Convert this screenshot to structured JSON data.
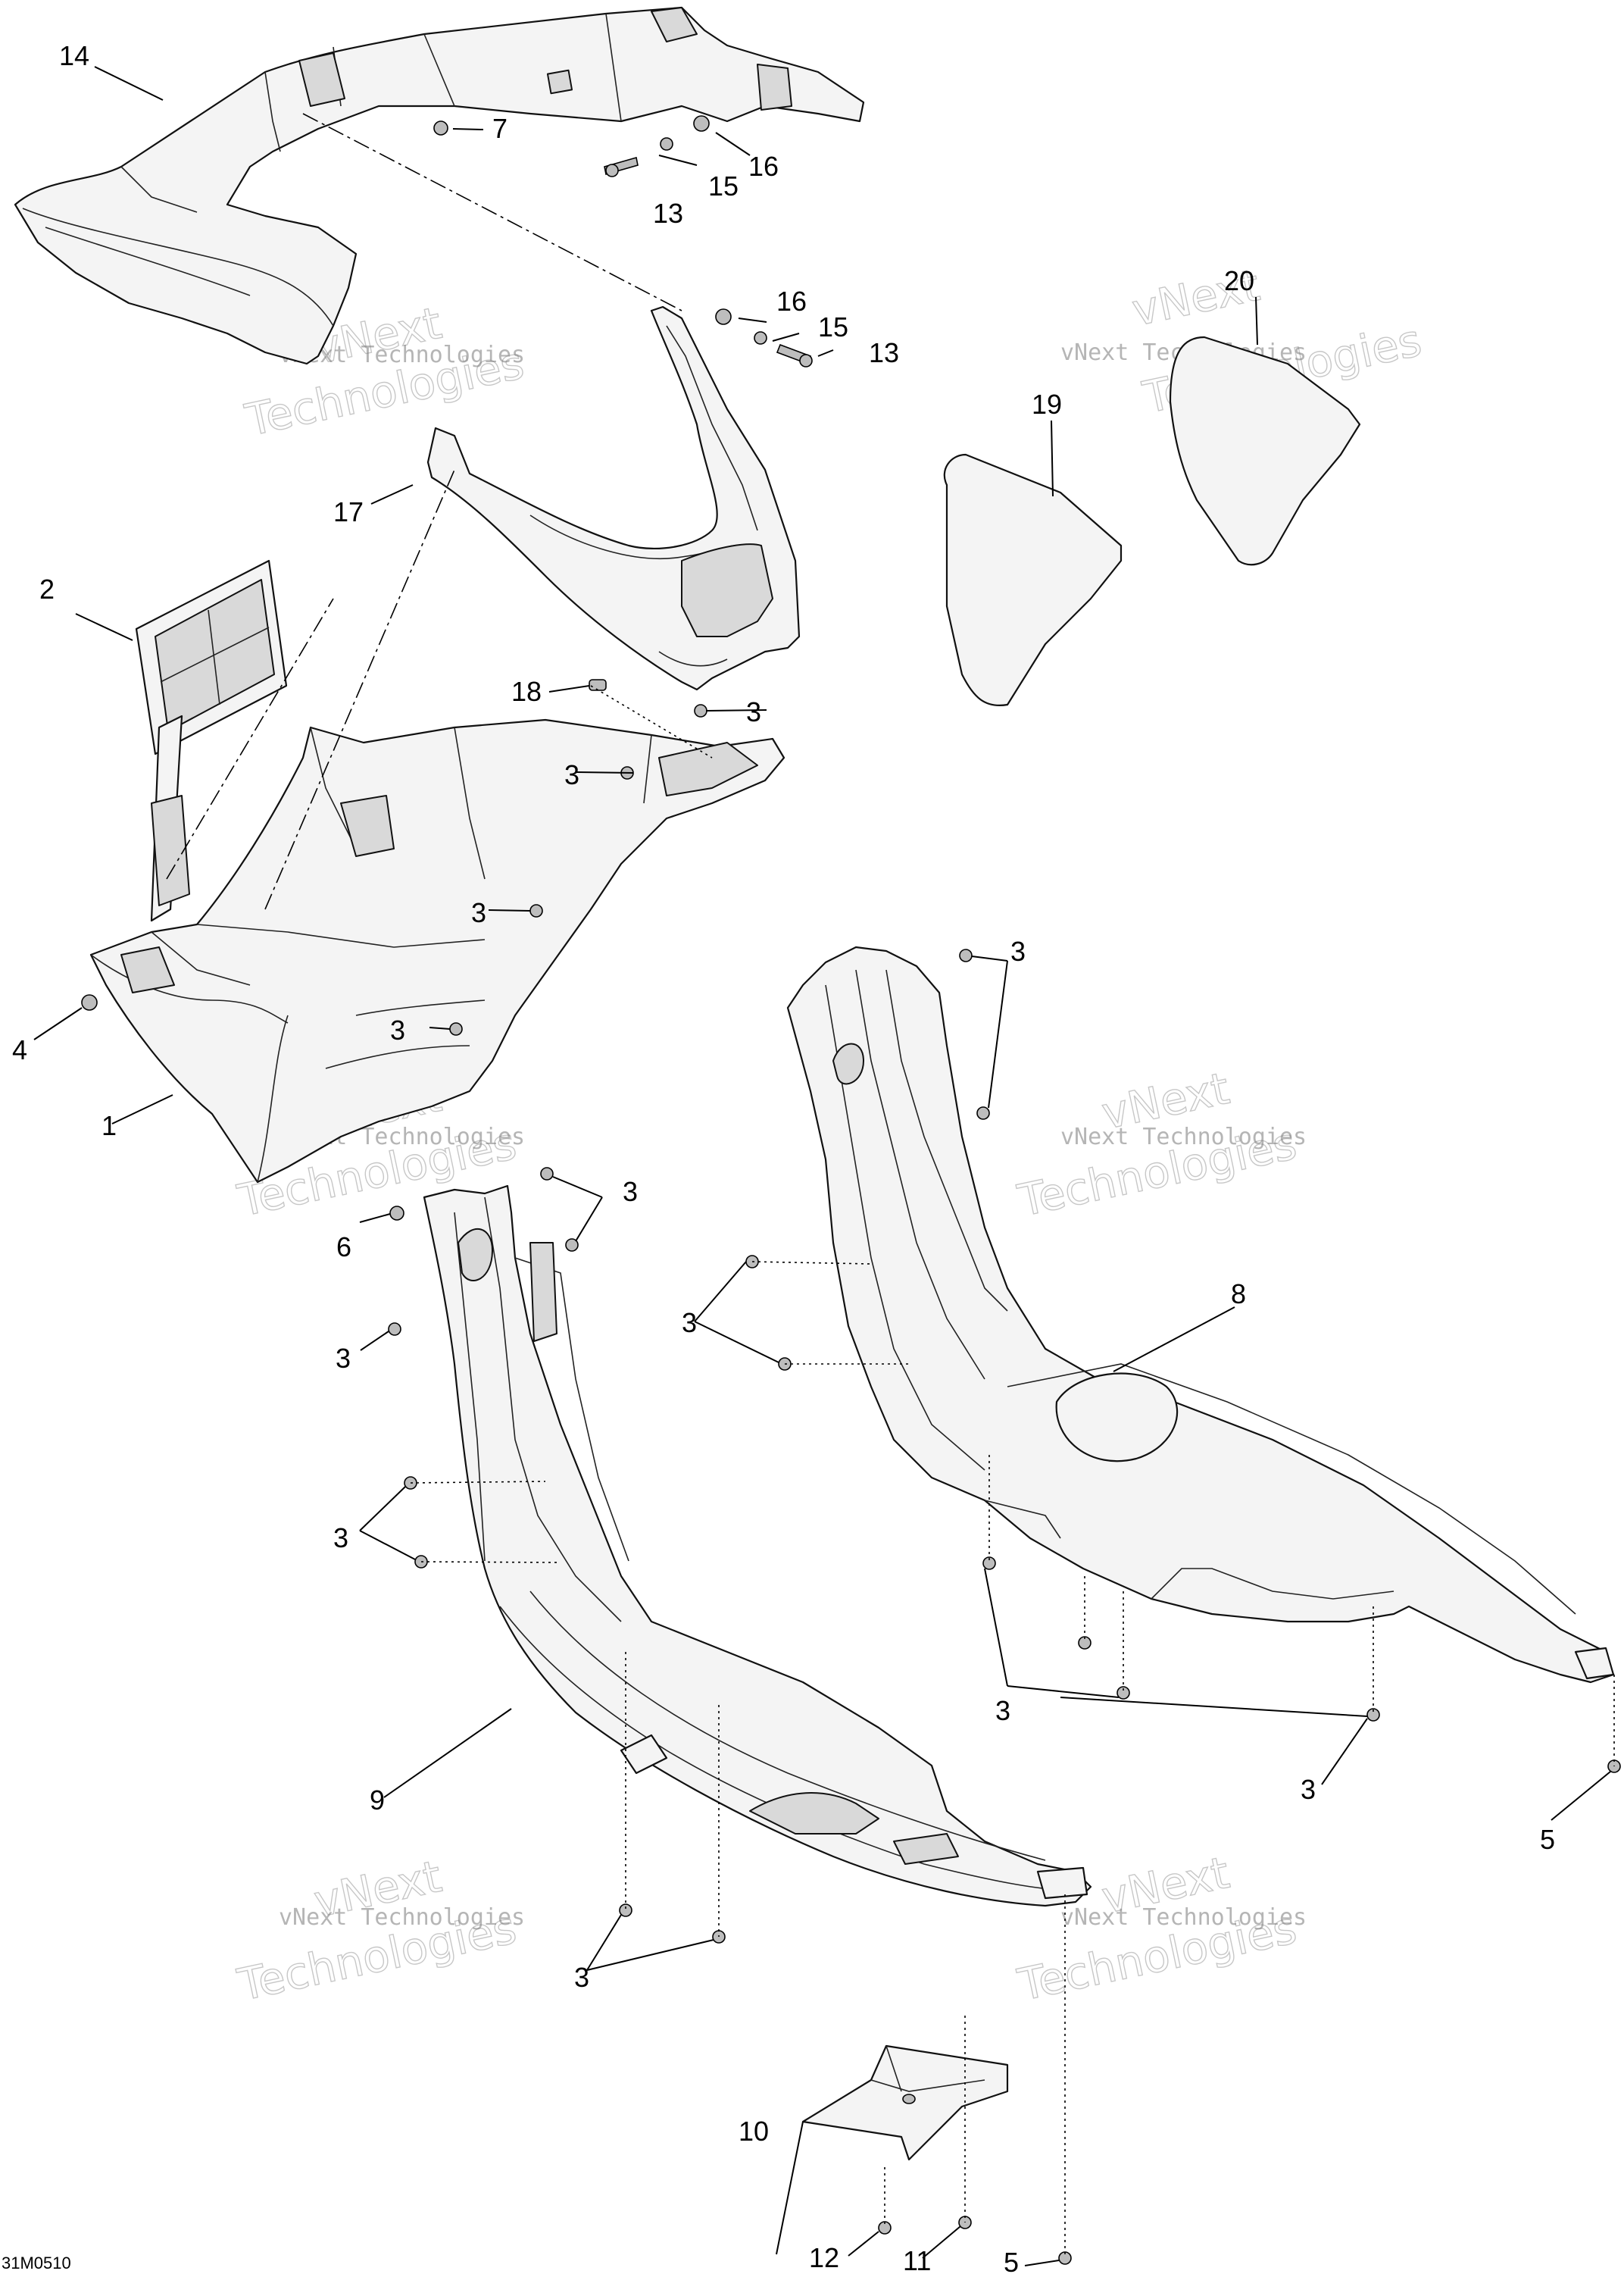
{
  "figure_id": "31M0510",
  "watermark": {
    "line1": "vNext",
    "line2": "vNext Technologies",
    "line3": "Technologies"
  },
  "callouts": {
    "c1": "1",
    "c2": "2",
    "c3": "3",
    "c4": "4",
    "c5": "5",
    "c6": "6",
    "c7": "7",
    "c8": "8",
    "c9": "9",
    "c10": "10",
    "c11": "11",
    "c12": "12",
    "c13": "13",
    "c14": "14",
    "c15": "15",
    "c16": "16",
    "c17": "17",
    "c18": "18",
    "c19": "19",
    "c20": "20"
  }
}
